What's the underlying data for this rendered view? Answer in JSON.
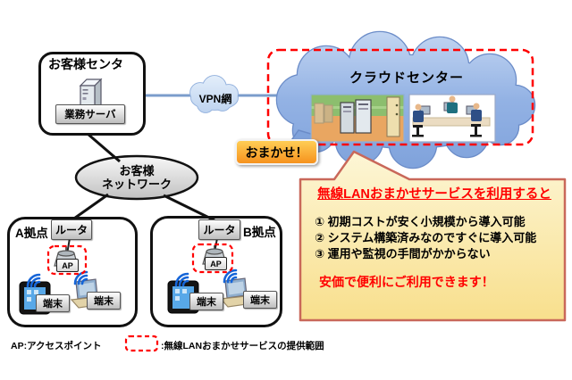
{
  "customer_center": {
    "title": "お客様センタ",
    "server_label": "業務サーバ"
  },
  "vpn_cloud": {
    "label": "VPN網"
  },
  "cloud_center": {
    "title": "クラウドセンター"
  },
  "omakase_badge": {
    "label": "おまかせ！"
  },
  "customer_network": {
    "line1": "お客様",
    "line2": "ネットワーク"
  },
  "site_a": {
    "name": "A拠点",
    "router": "ルータ",
    "ap": "AP",
    "terminal1": "端末",
    "terminal2": "端末"
  },
  "site_b": {
    "name": "B拠点",
    "router": "ルータ",
    "ap": "AP",
    "terminal1": "端末",
    "terminal2": "端末"
  },
  "callout": {
    "title": "無線LANおまかせサービスを利用すると",
    "items": [
      "① 初期コストが安く小規模から導入可能",
      "② システム構築済みなのですぐに導入可能",
      "③ 運用や監視の手間がかからない"
    ],
    "footer": "安価で便利にご利用できます！"
  },
  "legend": {
    "ap_note": "AP:アクセスポイント",
    "range_note": ":無線LANおまかせサービスの提供範囲"
  },
  "colors": {
    "service_range_red": "#FF0000",
    "cloud_blue": "#7FA2DB",
    "vpn_blue": "#C9DCF4",
    "network_gray": "#D9D9D9",
    "callout_border": "#C9685A",
    "callout_fill": "#FAE189",
    "badge_orange": "#F6921E",
    "wifi_blue": "#1565D8",
    "line_blue": "#7B9CCB"
  }
}
